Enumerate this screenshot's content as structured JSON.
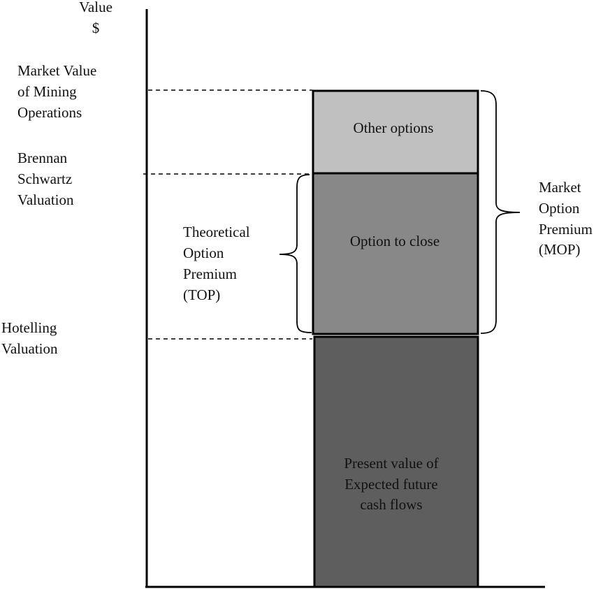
{
  "axis": {
    "y_label_line1": "Value",
    "y_label_line2": "$"
  },
  "levels": {
    "market_value": [
      "Market Value",
      "of Mining",
      "Operations"
    ],
    "brennan_schwartz": [
      "Brennan",
      "Schwartz",
      "Valuation"
    ],
    "hotelling": [
      "Hotelling",
      "Valuation"
    ]
  },
  "blocks": {
    "other_options": {
      "label": [
        "Other options"
      ],
      "color": "#c0c0c0"
    },
    "option_to_close": {
      "label": [
        "Option to close"
      ],
      "color": "#888888"
    },
    "present_value": {
      "label": [
        "Present value of",
        "Expected future",
        "cash flows"
      ],
      "color": "#5e5e5e"
    }
  },
  "braces": {
    "top": [
      "Theoretical",
      "Option",
      "Premium",
      "(TOP)"
    ],
    "mop": [
      "Market",
      "Option",
      "Premium",
      "(MOP)"
    ]
  }
}
